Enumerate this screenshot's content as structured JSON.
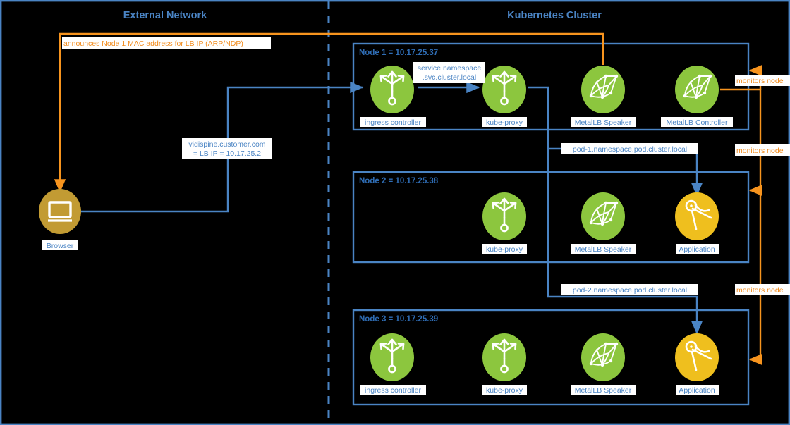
{
  "diagram": {
    "title_external": "External Network",
    "title_cluster": "Kubernetes Cluster",
    "colors": {
      "blue": "#4a84c4",
      "blue_dark": "#2f6db5",
      "orange": "#f7941e",
      "green": "#8cc63e",
      "yellow": "#efbf1e",
      "gold": "#c29b33",
      "background": "#000000"
    }
  },
  "external": {
    "browser_label": "Browser",
    "browser_icon": "monitor-icon"
  },
  "labels": {
    "arp_announce": "announces Node 1 MAC address for LB IP (ARP/NDP)",
    "lb_ip_line1": "vidispine.customer.com",
    "lb_ip_line2": "= LB IP = 10.17.25.2",
    "svc_dns_line1": "service.namespace",
    "svc_dns_line2": ".svc.cluster.local",
    "pod1_dns": "pod-1.namespace.pod.cluster.local",
    "pod2_dns": "pod-2.namespace.pod.cluster.local",
    "monitors_node_1": "monitors node",
    "monitors_node_2": "monitors node",
    "monitors_node_3": "monitors node"
  },
  "nodes": [
    {
      "id": "node-1",
      "title": "Node 1 = 10.17.25.37",
      "pods": [
        {
          "label": "ingress controller",
          "icon": "ingress-trident-icon",
          "color": "green"
        },
        {
          "label": "kube-proxy",
          "icon": "kube-proxy-trident-icon",
          "color": "green"
        },
        {
          "label": "MetalLB Speaker",
          "icon": "metallb-mesh-icon",
          "color": "green"
        },
        {
          "label": "MetalLB Controller",
          "icon": "metallb-mesh-icon",
          "color": "green"
        }
      ]
    },
    {
      "id": "node-2",
      "title": "Node 2 = 10.17.25.38",
      "pods": [
        {
          "label": "kube-proxy",
          "icon": "kube-proxy-trident-icon",
          "color": "green"
        },
        {
          "label": "MetalLB Speaker",
          "icon": "metallb-mesh-icon",
          "color": "green"
        },
        {
          "label": "Application",
          "icon": "application-compass-icon",
          "color": "yellow"
        }
      ]
    },
    {
      "id": "node-3",
      "title": "Node 3 = 10.17.25.39",
      "pods": [
        {
          "label": "ingress controller",
          "icon": "ingress-trident-icon",
          "color": "green"
        },
        {
          "label": "kube-proxy",
          "icon": "kube-proxy-trident-icon",
          "color": "green"
        },
        {
          "label": "MetalLB Speaker",
          "icon": "metallb-mesh-icon",
          "color": "green"
        },
        {
          "label": "Application",
          "icon": "application-compass-icon",
          "color": "yellow"
        }
      ]
    }
  ]
}
